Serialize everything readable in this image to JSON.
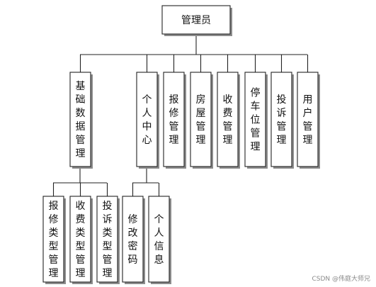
{
  "diagram": {
    "root": "管理员",
    "level1": [
      "基础数据管理",
      "个人中心",
      "报修管理",
      "房屋管理",
      "收费管理",
      "停车位管理",
      "投诉管理",
      "用户管理"
    ],
    "level2_basic": [
      "报修类型管理",
      "收费类型管理",
      "投诉类型管理"
    ],
    "level2_personal": [
      "修改密码",
      "个人信息"
    ]
  },
  "watermark": "CSDN @伟庭大师兄"
}
